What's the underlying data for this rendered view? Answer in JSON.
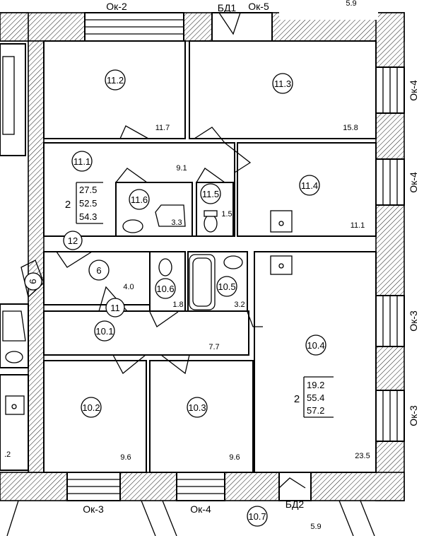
{
  "rooms": {
    "r11_2": {
      "id": "11.2",
      "area": "11.7"
    },
    "r11_3": {
      "id": "11.3",
      "area": "15.8"
    },
    "r11_1": {
      "id": "11.1",
      "area": "9.1"
    },
    "r11_6": {
      "id": "11.6",
      "area": "3.3"
    },
    "r11_5": {
      "id": "11.5",
      "area": "1.5"
    },
    "r11_4": {
      "id": "11.4",
      "area": "11.1"
    },
    "r12": {
      "id": "12"
    },
    "r6": {
      "id": "6",
      "area": "4.0"
    },
    "r10_6": {
      "id": "10.6",
      "area": "1.8"
    },
    "r10_5": {
      "id": "10.5",
      "area": "3.2"
    },
    "r11": {
      "id": "11"
    },
    "r10_1": {
      "id": "10.1",
      "area": "7.7"
    },
    "r10_4": {
      "id": "10.4",
      "area": "23.5"
    },
    "r10_2": {
      "id": "10.2",
      "area": "9.6"
    },
    "r10_3": {
      "id": "10.3",
      "area": "9.6"
    },
    "r10_7": {
      "id": "10.7",
      "area": "5.9"
    },
    "r9": {
      "id": "9"
    },
    "top_area": "5.9",
    "left_area": ".2"
  },
  "apartments": {
    "apt11": {
      "rooms": "2",
      "living": "27.5",
      "total": "52.5",
      "total_with_balcony": "54.3"
    },
    "apt10": {
      "rooms": "2",
      "living": "19.2",
      "total": "55.4",
      "total_with_balcony": "57.2"
    }
  },
  "windows": {
    "top_left": "Ок-2",
    "top_mid": "Ок-5",
    "top_door": "БД1",
    "right_1": "Ок-4",
    "right_2": "Ок-4",
    "right_3": "Ок-3",
    "right_4": "Ок-3",
    "bottom_left": "Ок-3",
    "bottom_mid": "Ок-4",
    "bottom_door": "БД2"
  }
}
